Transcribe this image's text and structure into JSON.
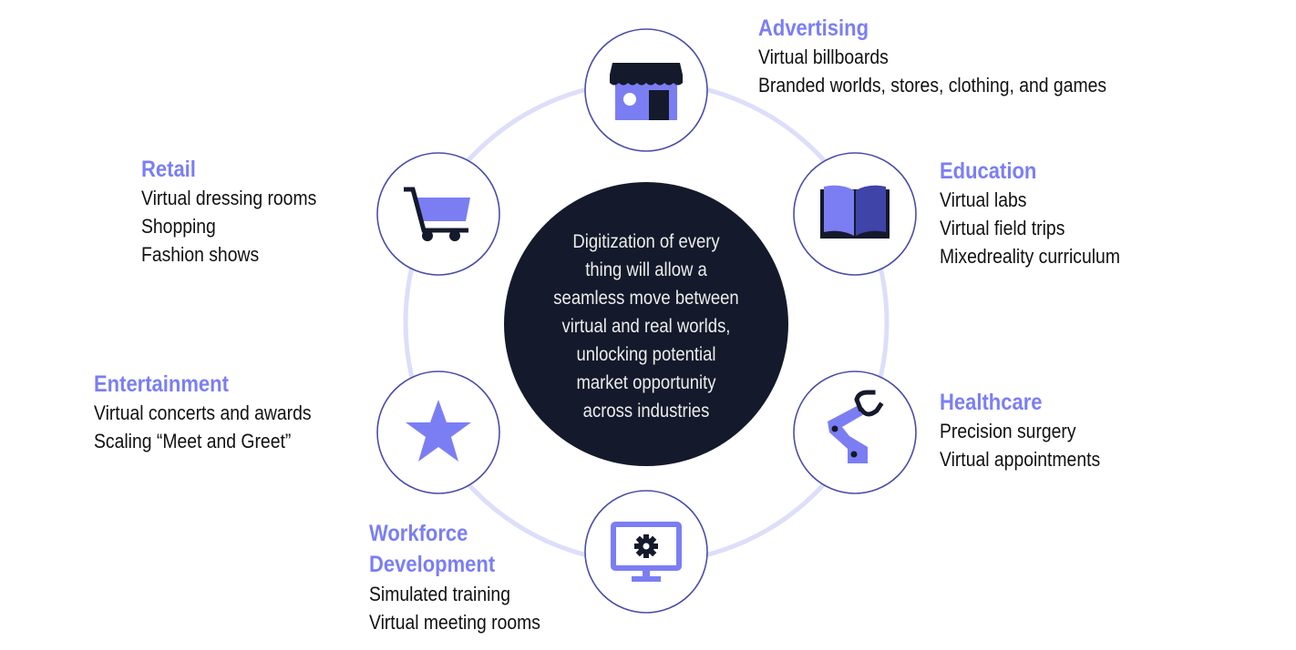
{
  "colors": {
    "accent": "#7b7ef3",
    "accent_dark": "#3f44a8",
    "ring": "#dddef9",
    "node_border": "#4a4ea8",
    "center_fill": "#141a2b",
    "icon_dark": "#141a2b",
    "center_text": "#ececec"
  },
  "center": {
    "lines": [
      "Digitization of every",
      "thing will allow a",
      "seamless move between",
      "virtual and  real worlds,",
      "unlocking potential",
      "market opportunity",
      "across industries"
    ]
  },
  "sectors": [
    {
      "id": "advertising",
      "icon": "storefront-icon",
      "title": [
        "Advertising"
      ],
      "items": [
        "Virtual billboards",
        "Branded worlds, stores, clothing, and games"
      ]
    },
    {
      "id": "education",
      "icon": "open-book-icon",
      "title": [
        "Education"
      ],
      "items": [
        "Virtual labs",
        "Virtual field trips",
        "Mixedreality curriculum"
      ]
    },
    {
      "id": "healthcare",
      "icon": "robotic-arm-icon",
      "title": [
        "Healthcare"
      ],
      "items": [
        "Precision surgery",
        "Virtual appointments"
      ]
    },
    {
      "id": "workforce",
      "icon": "monitor-gear-icon",
      "title": [
        "Workforce",
        "Development"
      ],
      "items": [
        "Simulated training",
        "Virtual meeting rooms"
      ]
    },
    {
      "id": "entertainment",
      "icon": "star-icon",
      "title": [
        "Entertainment"
      ],
      "items": [
        "Virtual concerts and awards",
        "Scaling “Meet and Greet”"
      ]
    },
    {
      "id": "retail",
      "icon": "shopping-cart-icon",
      "title": [
        "Retail"
      ],
      "items": [
        "Virtual dressing rooms",
        "Shopping",
        "Fashion shows"
      ]
    }
  ]
}
